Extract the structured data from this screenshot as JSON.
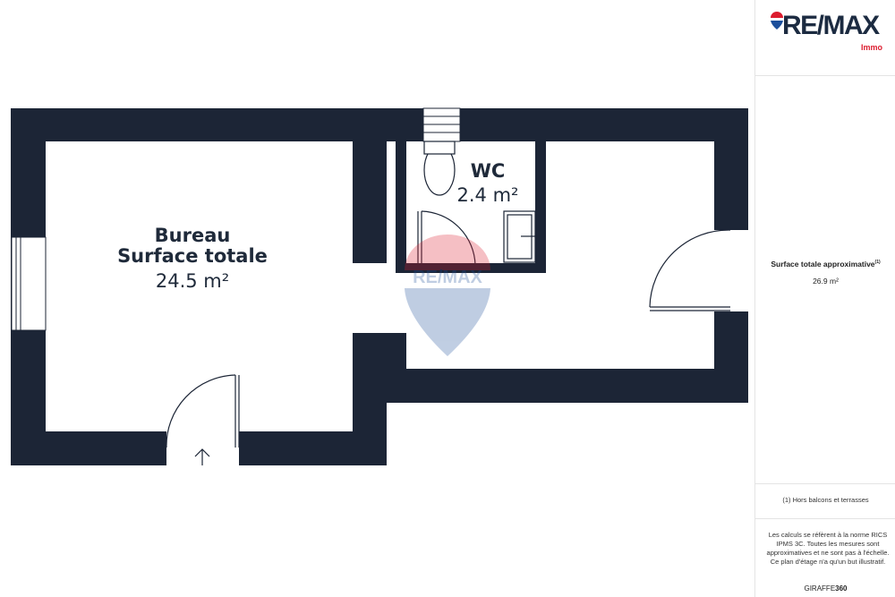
{
  "plan": {
    "rooms": [
      {
        "name": "Bureau",
        "subtitle": "Surface totale",
        "area": "24.5 m²"
      },
      {
        "name": "WC",
        "area": "2.4 m²"
      }
    ],
    "watermark": "RE/MAX"
  },
  "sidebar": {
    "logo": {
      "brand": "RE/MAX",
      "sub": "Immo"
    },
    "surface_label": "Surface totale approximative",
    "surface_footnote_mark": "(1)",
    "surface_value": "26.9 m²",
    "footnote": "(1) Hors balcons et terrasses",
    "disclaimer": "Les calculs se réfèrent à la norme RICS IPMS 3C. Toutes les mesures sont approximatives et ne sont pas à l'échelle. Ce plan d'étage n'a qu'un but illustratif.",
    "credit_prefix": "GIRAFFE",
    "credit_suffix": "360"
  },
  "colors": {
    "wall": "#1c2536",
    "brand_blue": "#1c2b41",
    "brand_red": "#dc1c2e"
  }
}
